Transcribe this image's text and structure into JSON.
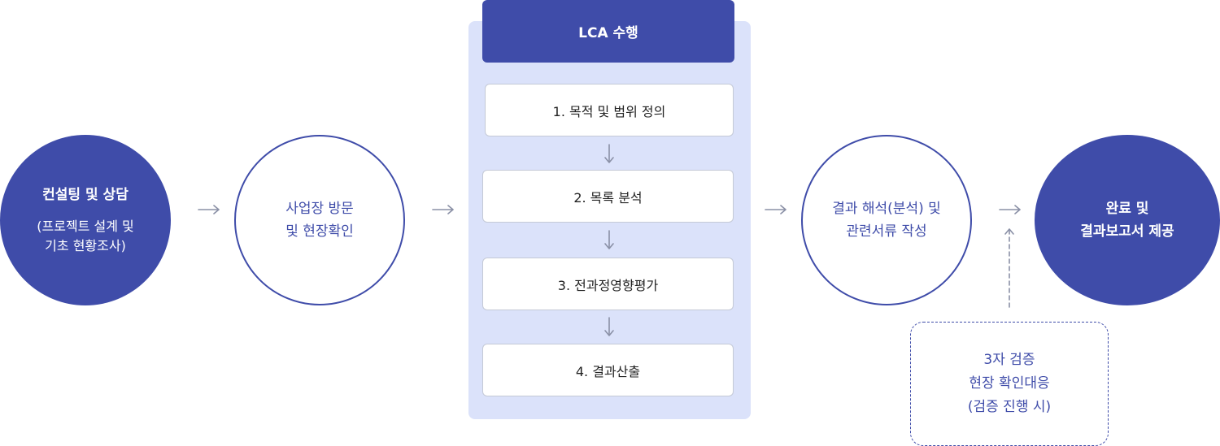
{
  "colors": {
    "primary": "#3f4ca9",
    "panel": "#dbe2fa",
    "step_border": "#c4c9d6",
    "arrow": "#8a90a6"
  },
  "consulting": {
    "title": "컨설팅 및 상담",
    "sub_line1": "(프로젝트 설계 및",
    "sub_line2": "기초 현황조사)"
  },
  "site_visit": {
    "line1": "사업장 방문",
    "line2": "및 현장확인"
  },
  "lca": {
    "header": "LCA 수행",
    "steps": [
      "1. 목적 및 범위 정의",
      "2. 목록 분석",
      "3. 전과정영향평가",
      "4. 결과산출"
    ]
  },
  "interpretation": {
    "line1": "결과 해석(분석) 및",
    "line2": "관련서류 작성"
  },
  "completion": {
    "line1": "완료 및",
    "line2": "결과보고서 제공"
  },
  "verification": {
    "line1": "3자 검증",
    "line2": "현장 확인대응",
    "line3": "(검증 진행 시)"
  }
}
